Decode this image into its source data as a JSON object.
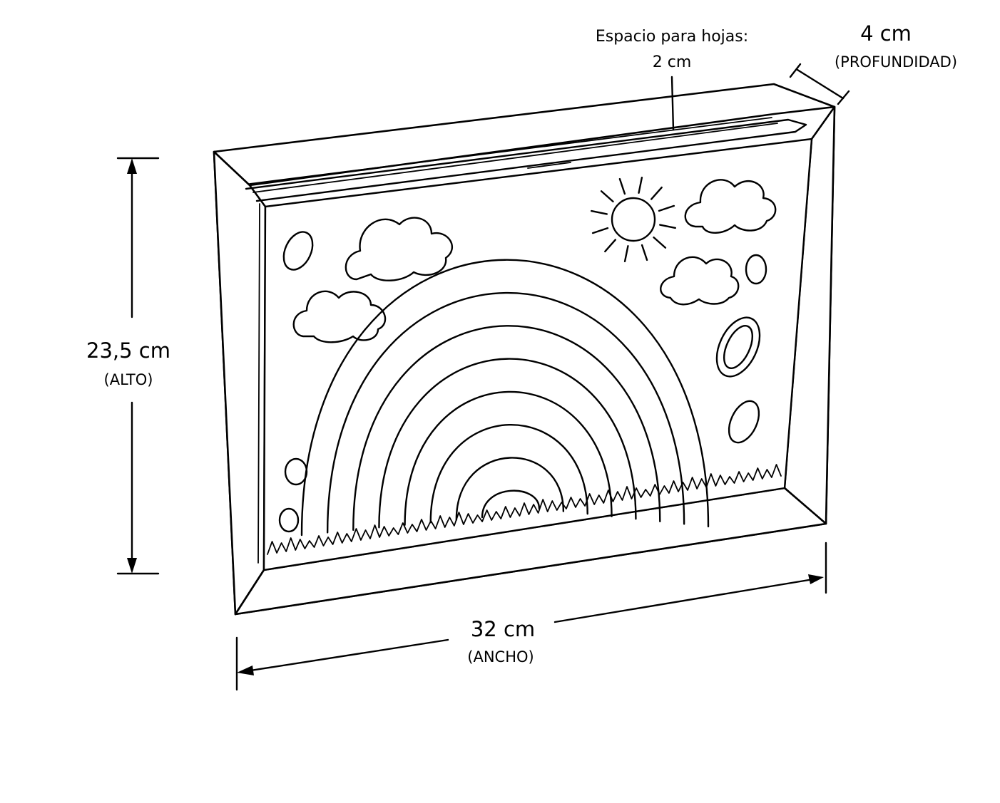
{
  "labels": {
    "sheet_space_title": "Espacio para hojas:",
    "sheet_space_value": "2 cm",
    "depth_value": "4 cm",
    "depth_name": "(PROFUNDIDAD)",
    "height_value": "23,5 cm",
    "height_name": "(ALTO)",
    "width_value": "32 cm",
    "width_name": "(ANCHO)"
  },
  "drawing": {
    "subject": "frame with rainbow coloring page",
    "rainbow_band_count": 8
  },
  "colors": {
    "line": "#000000",
    "background": "#ffffff"
  }
}
